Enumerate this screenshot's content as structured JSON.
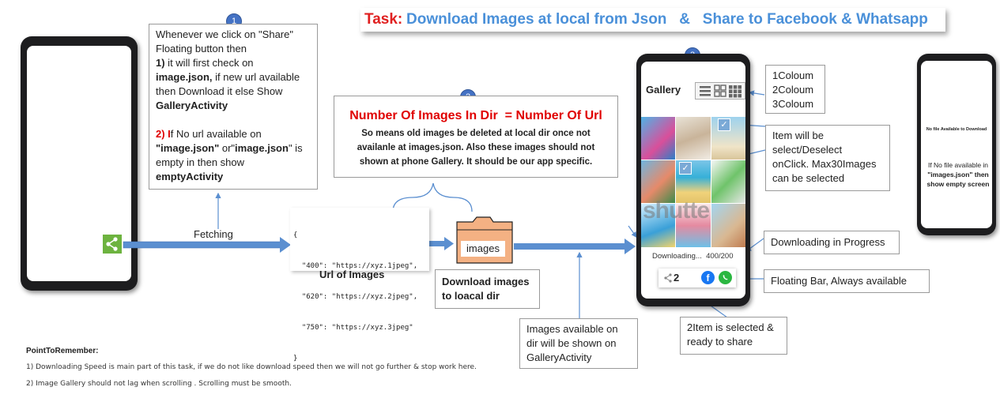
{
  "task": {
    "prefix": "Task:",
    "text": "Download Images at local from Json   &   Share to Facebook & Whatsapp"
  },
  "colors": {
    "task_prefix": "#e02020",
    "task_text": "#4a90d9",
    "arrow": "#5b8fd0",
    "share_green": "#6db33f",
    "folder": "#f4b183",
    "badge": "#4472c4",
    "heading_red": "#e00000"
  },
  "badges": [
    "1",
    "2",
    "3"
  ],
  "box1": {
    "line1": "Whenever we click on \"Share\"",
    "line2": "Floating button then",
    "p1_num": "1)",
    "p1_text": " it will first check on",
    "p1_bold": "image.json,",
    "p1_text2": " if new url available",
    "p1_text3": "then Download it else Show",
    "p1_bold2": "GalleryActivity",
    "p2_num": "2) I",
    "p2_text": "f No url available on",
    "p2_q1": "\"image.json\"",
    "p2_or": " or\"",
    "p2_q2": "image.json",
    "p2_is": "\" is",
    "p2_text2": "empty in then show",
    "p2_bold": "emptyActivity"
  },
  "box2": {
    "heading": "Number Of Images In Dir  = Number Of Url",
    "line1": "So means old images be deleted  at local dir once not",
    "line2": "availanle at images.json. Also these images should not",
    "line3": "shown at phone Gallery. It should be our app specific."
  },
  "fetching": "Fetching",
  "json_lines": [
    "{",
    "  \"400\": \"https://xyz.1jpeg\",",
    "  \"620\": \"https://xyz.2jpeg\",",
    "  \"750\": \"https://xyz.3jpeg\"",
    "}"
  ],
  "url_label": "Url of Images",
  "folder_label": "images",
  "download_box": [
    "Download images",
    "to loacal dir"
  ],
  "images_box": [
    "Images available on",
    "dir will be shown on",
    "GalleryActivity"
  ],
  "gallery": {
    "title": "Gallery",
    "downloading": "Downloading...",
    "progress": "400/200",
    "share_count": "2",
    "watermark": "shutte",
    "column_icons": [
      "list-icon",
      "two-column-icon",
      "three-column-icon"
    ]
  },
  "columns_box": [
    "1Coloum",
    "2Coloum",
    "3Coloum"
  ],
  "select_box": [
    "Item will be",
    "select/Deselect",
    "onClick. Max30Images",
    "can be selected"
  ],
  "progress_box": "Downloading in Progress",
  "floating_box": "Floating Bar, Always available",
  "share_box": [
    "2Item is selected &",
    "ready to share"
  ],
  "empty_phone": {
    "message": "No file Available to Download",
    "note_line1": "If No file available in",
    "note_line2": "\"images.json\" then",
    "note_line3": "show empty screen"
  },
  "remember": {
    "title": "PointToRemember:",
    "point1": "1) Downloading Speed is main part of this task, if we do not like download speed then we will not go further & stop work here.",
    "point2": "2) Image Gallery should not lag when scrolling . Scrolling must be smooth."
  }
}
